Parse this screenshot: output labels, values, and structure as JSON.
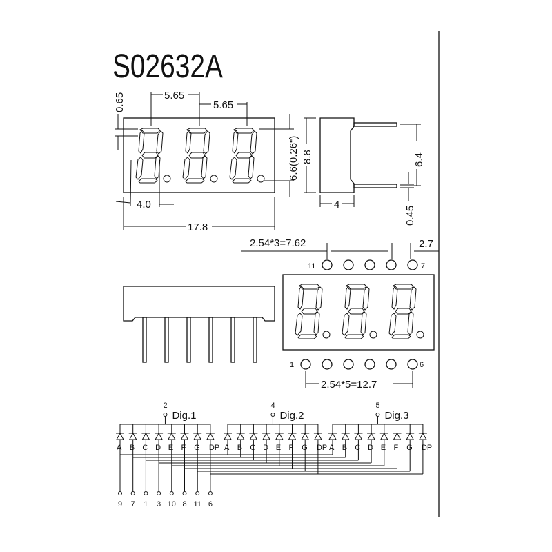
{
  "title": "S02632A",
  "front_view": {
    "digit_pitch_1": "5.65",
    "digit_pitch_2": "5.65",
    "top_margin": "0.65",
    "digit_height": "6.6(0.26\")",
    "digit_width": "4.0",
    "total_width": "17.8",
    "digit_count": 3
  },
  "side_view": {
    "height": "8.8",
    "depth": "4",
    "pin_span": "6.4",
    "pin_thickness": "0.45"
  },
  "pin_view": {
    "top_pitch": "2.54*3=7.62",
    "offset": "2.7",
    "bottom_pitch": "2.54*5=12.7",
    "top_left_pin": "11",
    "top_right_pin": "7",
    "bottom_left_pin": "1",
    "bottom_right_pin": "6"
  },
  "schematic": {
    "digits": [
      {
        "label": "Dig.1",
        "pin": "2"
      },
      {
        "label": "Dig.2",
        "pin": "4"
      },
      {
        "label": "Dig.3",
        "pin": "5"
      }
    ],
    "segments": [
      "A",
      "B",
      "C",
      "D",
      "E",
      "F",
      "G",
      "DP"
    ],
    "segment_pins": [
      "9",
      "7",
      "1",
      "3",
      "10",
      "8",
      "11",
      "6"
    ]
  }
}
